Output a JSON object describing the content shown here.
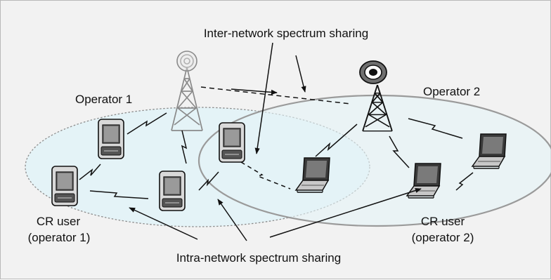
{
  "labels": {
    "inter_network": "Inter-network spectrum sharing",
    "operator1": "Operator 1",
    "operator2": "Operator 2",
    "cr_user1_line1": "CR user",
    "cr_user1_line2": "(operator 1)",
    "cr_user2_line1": "CR user",
    "cr_user2_line2": "(operator 2)",
    "intra_network": "Intra-network spectrum sharing"
  },
  "colors": {
    "background": "#f2f2f2",
    "cell_fill": "#e4f3f7",
    "operator1_tower": "#8a8a8a",
    "operator2_tower": "#1a1a1a",
    "ink": "#111111"
  },
  "icons": {
    "operator1_tower": "radio-tower-icon",
    "operator2_tower": "radio-tower-icon",
    "handheld": "pda-icon",
    "laptop": "laptop-icon"
  }
}
